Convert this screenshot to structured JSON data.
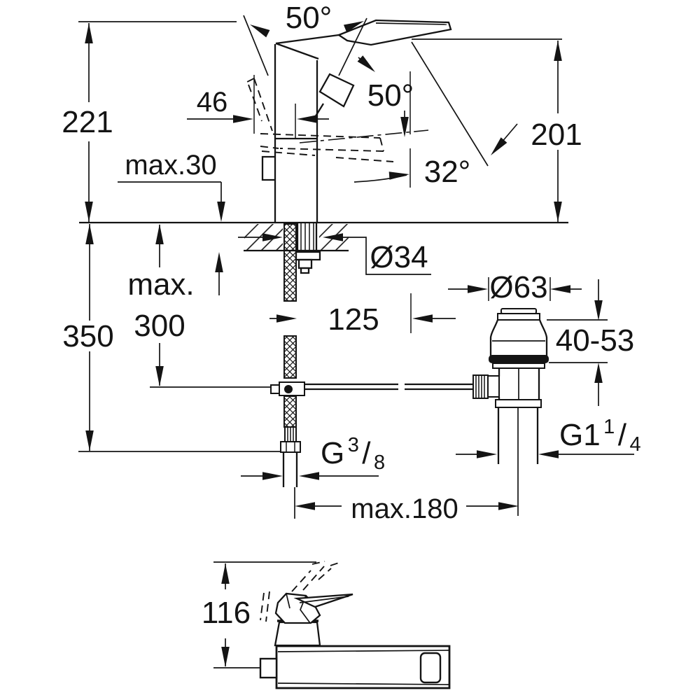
{
  "drawing": {
    "background": "#ffffff",
    "line_color": "#141414",
    "labels": {
      "angle_top": "50°",
      "angle_mid": "50°",
      "angle_tilt": "32°",
      "height_total": "221",
      "depth_top": "46",
      "max_counter_thickness": "max.30",
      "height_spout": "201",
      "dia_mounting_hole": "Ø34",
      "max_hose_line1": "max.",
      "max_hose_line2": "300",
      "hose_length": "350",
      "rod_offset": "125",
      "dia_waste_flange": "Ø63",
      "waste_clamp_range": "40-53",
      "thread_supply": {
        "base": "G",
        "sup": "3",
        "slash": "/",
        "sub": "8"
      },
      "thread_waste": {
        "base": "G1",
        "sup": "1",
        "slash": "/",
        "sub": "4"
      },
      "max_rod_reach": "max.180",
      "side_height": "116"
    }
  }
}
